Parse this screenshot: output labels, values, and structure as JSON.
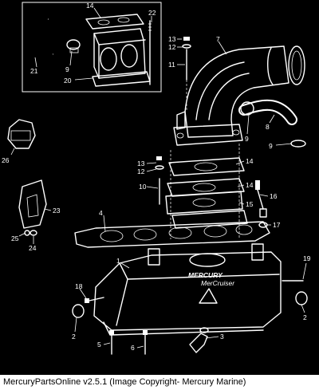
{
  "diagram": {
    "logo_text": "MERCURY",
    "logo_subtext": "MerCruiser",
    "callouts": [
      {
        "id": "c14a",
        "label": "14"
      },
      {
        "id": "c22",
        "label": "22"
      },
      {
        "id": "c21",
        "label": "21"
      },
      {
        "id": "c9a",
        "label": "9"
      },
      {
        "id": "c20",
        "label": "20"
      },
      {
        "id": "c13a",
        "label": "13"
      },
      {
        "id": "c12a",
        "label": "12"
      },
      {
        "id": "c11",
        "label": "11"
      },
      {
        "id": "c7",
        "label": "7"
      },
      {
        "id": "c8",
        "label": "8"
      },
      {
        "id": "c9b",
        "label": "9"
      },
      {
        "id": "c9c",
        "label": "9"
      },
      {
        "id": "c26",
        "label": "26"
      },
      {
        "id": "c13b",
        "label": "13"
      },
      {
        "id": "c12b",
        "label": "12"
      },
      {
        "id": "c14b",
        "label": "14"
      },
      {
        "id": "c10",
        "label": "10"
      },
      {
        "id": "c14c",
        "label": "14"
      },
      {
        "id": "c15",
        "label": "15"
      },
      {
        "id": "c16",
        "label": "16"
      },
      {
        "id": "c23",
        "label": "23"
      },
      {
        "id": "c4",
        "label": "4"
      },
      {
        "id": "c17",
        "label": "17"
      },
      {
        "id": "c25",
        "label": "25"
      },
      {
        "id": "c24",
        "label": "24"
      },
      {
        "id": "c1",
        "label": "1"
      },
      {
        "id": "c19",
        "label": "19"
      },
      {
        "id": "c18",
        "label": "18"
      },
      {
        "id": "c2a",
        "label": "2"
      },
      {
        "id": "c2b",
        "label": "2"
      },
      {
        "id": "c3",
        "label": "3"
      },
      {
        "id": "c5",
        "label": "5"
      },
      {
        "id": "c6",
        "label": "6"
      }
    ]
  },
  "caption": "MercuryPartsOnline v2.5.1 (Image Copyright- Mercury Marine)"
}
